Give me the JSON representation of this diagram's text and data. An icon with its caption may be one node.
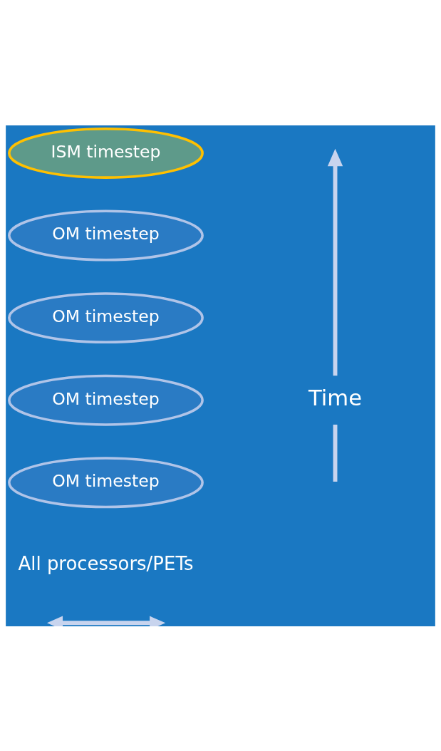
{
  "diagram": {
    "nodes": [
      {
        "text": [
          "ISM timestep"
        ]
      },
      {
        "text": [
          "OM timestep"
        ]
      },
      {
        "text": [
          "OM timestep"
        ]
      },
      {
        "text": [
          "OM timestep"
        ]
      },
      {
        "text": [
          "OM timestep"
        ]
      }
    ],
    "labels": [
      "Time",
      "All processors/PETs"
    ]
  }
}
